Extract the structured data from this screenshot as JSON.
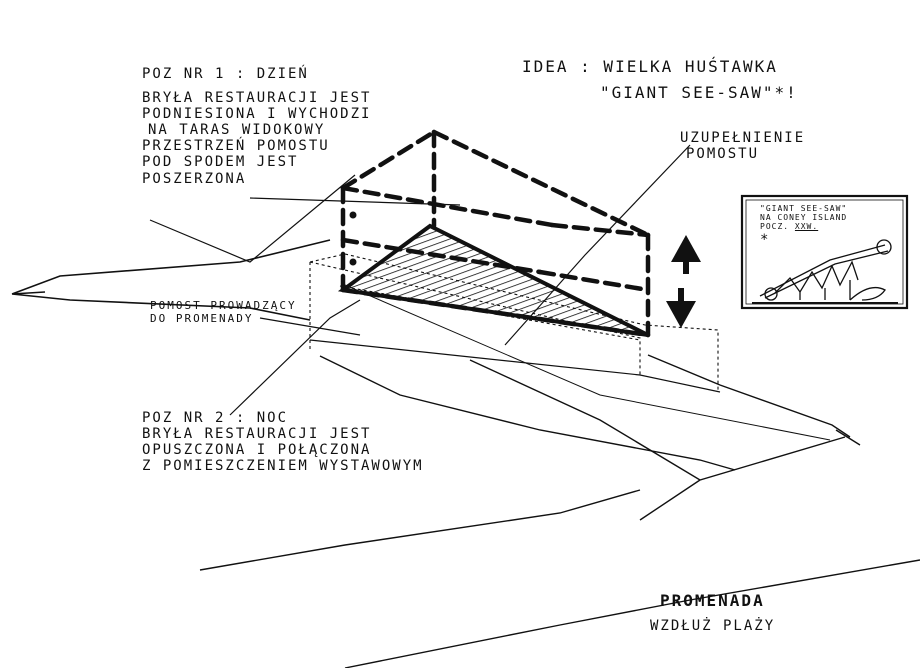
{
  "idea": {
    "line1": "IDEA :  WIELKA HUŚTAWKA",
    "line2": "\"GIANT SEE-SAW\"*!"
  },
  "day_note": {
    "title": "POZ NR 1 : DZIEŃ",
    "lines": [
      "BRYŁA RESTAURACJI JEST",
      "PODNIESIONA I WYCHODZI",
      "NA TARAS WIDOKOWY",
      "PRZESTRZEŃ POMOSTU",
      "POD SPODEM JEST",
      "POSZERZONA"
    ]
  },
  "night_note": {
    "title": "POZ NR 2 : NOC",
    "lines": [
      "BRYŁA RESTAURACJI JEST",
      "OPUSZCZONA I POŁĄCZONA",
      "Z POMIESZCZENIEM WYSTAWOWYM"
    ]
  },
  "pier_note": {
    "lines": [
      "POMOST PROWADZĄCY",
      "DO PROMENADY"
    ]
  },
  "addition_note": {
    "lines": [
      "UZUPEŁNIENIE",
      "POMOSTU"
    ]
  },
  "inset": {
    "line1": "\"GIANT SEE-SAW\"",
    "line2": "NA CONEY ISLAND",
    "line3_prefix": "POCZ.",
    "line3_century": "XXW.",
    "star": "*"
  },
  "promenade": {
    "line1": "PROMENADA",
    "line2": "WZDŁUŻ PLAŻY"
  },
  "colors": {
    "ink": "#111111",
    "paper": "#ffffff"
  }
}
